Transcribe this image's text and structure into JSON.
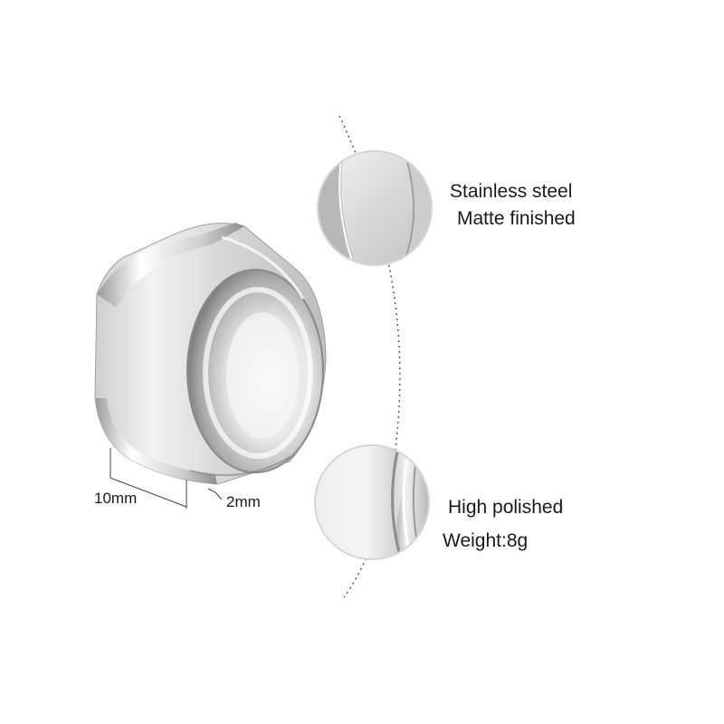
{
  "product": {
    "dimensions": {
      "width_label": "10mm",
      "thickness_label": "2mm"
    },
    "callouts": [
      {
        "line1": "Stainless steel",
        "line2": "Matte finished"
      },
      {
        "line1": "High polished",
        "line2": "Weight:8g"
      }
    ]
  },
  "colors": {
    "background": "#ffffff",
    "steel_light": "#eeeeee",
    "steel_mid": "#c4c4c4",
    "steel_dark": "#8a8a8a",
    "text": "#1a1a1a",
    "dashed_line": "#555555"
  }
}
